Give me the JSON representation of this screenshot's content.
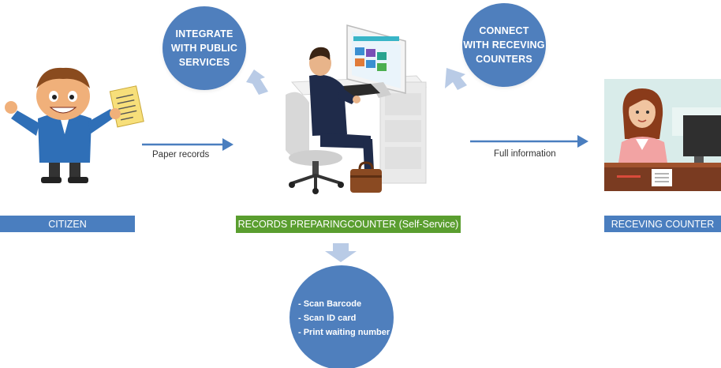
{
  "circles": {
    "integrate": "INTEGRATE\nWITH PUBLIC\nSERVICES",
    "connect": "CONNECT\nWITH RECEVING\nCOUNTERS"
  },
  "flows": {
    "paper_records": "Paper records",
    "full_information": "Full information"
  },
  "labels": {
    "citizen": "CITIZEN",
    "records_counter": "RECORDS PREPARINGCOUNTER (Self-Service)",
    "receiving_counter": "RECEVING COUNTER"
  },
  "steps": [
    "- Scan Barcode",
    "- Scan ID card",
    "- Print waiting number"
  ],
  "colors": {
    "circle_blue": "#4f7fbd",
    "label_blue": "#4a7ebf",
    "label_green": "#5a9e2f",
    "arrow_blue": "#4a7ebf",
    "light_arrow": "#b9cbe6"
  }
}
